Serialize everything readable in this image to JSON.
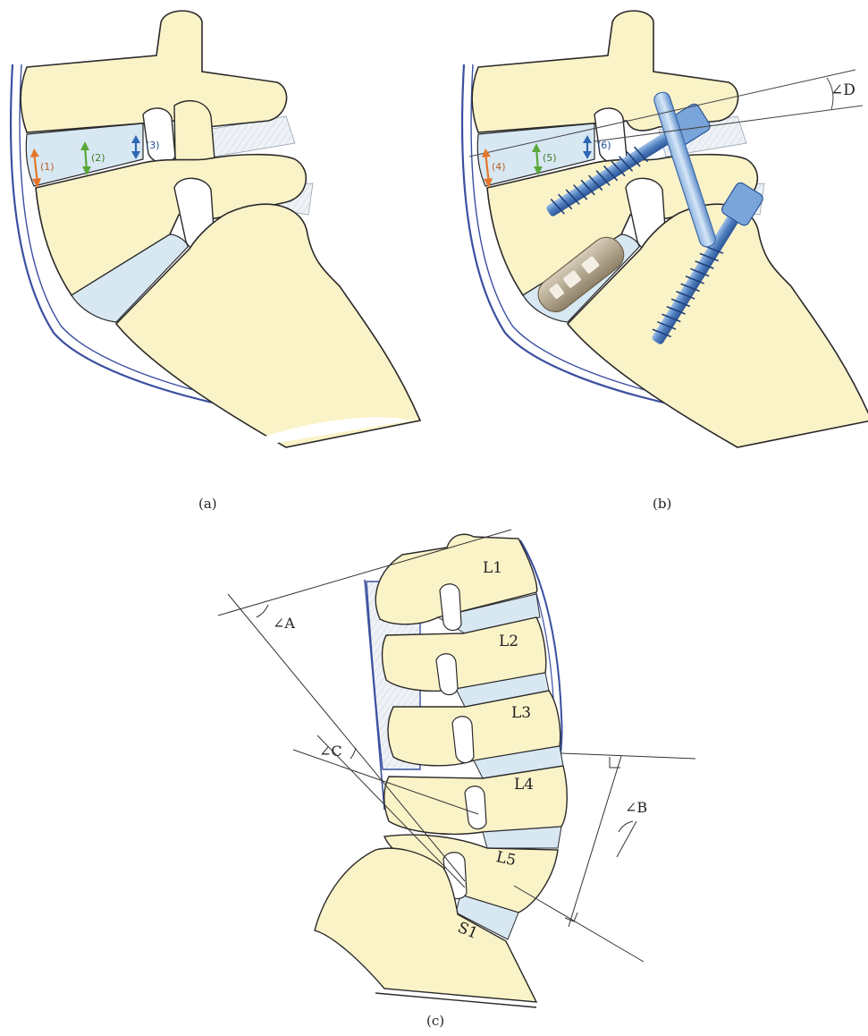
{
  "panels": {
    "a": {
      "caption": "(a)",
      "markers": [
        "(1)",
        "(2)",
        "(3)"
      ]
    },
    "b": {
      "caption": "(b)",
      "markers": [
        "(4)",
        "(5)",
        "(6)"
      ],
      "angle": "∠D"
    },
    "c": {
      "caption": "(c)",
      "vertebrae": [
        "L1",
        "L2",
        "L3",
        "L4",
        "L5",
        "S1"
      ],
      "angles": {
        "A": "∠A",
        "B": "∠B",
        "C": "∠C"
      }
    }
  },
  "colors": {
    "bone": "#fbf3c8",
    "disc": "#d8e8f3",
    "outline": "#2a2a2a",
    "ligament": "#3b4fa0",
    "marker_1": "#e3762a",
    "marker_2": "#5aa83a",
    "marker_3": "#2f67b5",
    "implant": "#6f96cc",
    "cage": "#b0a48c"
  }
}
